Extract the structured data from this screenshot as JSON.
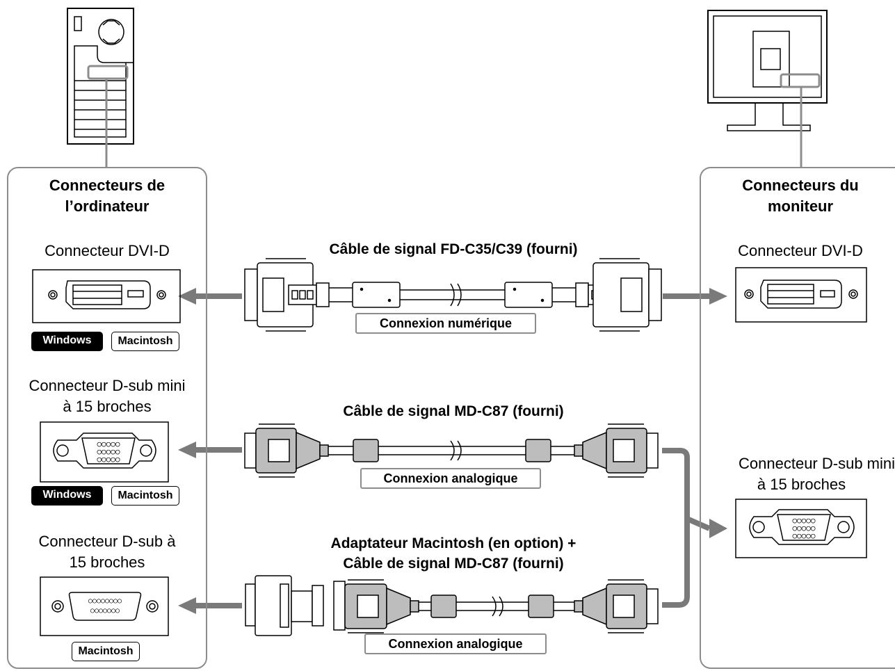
{
  "left_panel": {
    "title_line1": "Connecteurs de",
    "title_line2": "l’ordinateur",
    "dvi": {
      "label": "Connecteur DVI-D",
      "badges": [
        "Windows",
        "Macintosh"
      ]
    },
    "dsub_mini": {
      "label_line1": "Connecteur D-sub mini",
      "label_line2": "à 15 broches",
      "badges": [
        "Windows",
        "Macintosh"
      ]
    },
    "dsub": {
      "label_line1": "Connecteur D-sub à",
      "label_line2": "15 broches",
      "badges": [
        "Macintosh"
      ]
    }
  },
  "right_panel": {
    "title_line1": "Connecteurs du",
    "title_line2": "moniteur",
    "dvi": {
      "label": "Connecteur DVI-D"
    },
    "dsub_mini": {
      "label_line1": "Connecteur D-sub mini",
      "label_line2": "à 15 broches"
    }
  },
  "cables": [
    {
      "title": "Câble de signal FD-C35/C39 (fourni)",
      "connection": "Connexion numérique"
    },
    {
      "title": "Câble de signal MD-C87 (fourni)",
      "connection": "Connexion analogique"
    },
    {
      "title_line1": "Adaptateur Macintosh (en option) +",
      "title_line2": "Câble de signal MD-C87 (fourni)",
      "connection": "Connexion analogique"
    }
  ],
  "colors": {
    "frame": "#8c8c8c",
    "arrow": "#7a7a7a",
    "line": "#000000"
  }
}
